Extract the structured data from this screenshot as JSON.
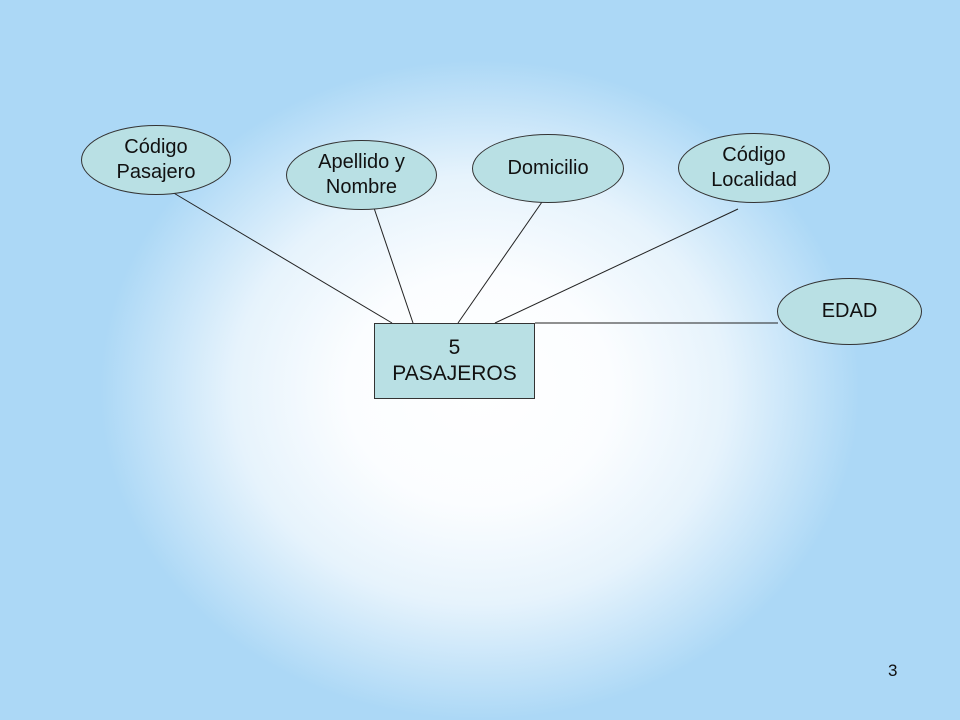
{
  "slide": {
    "page_number": "3"
  },
  "diagram": {
    "entity": "5\nPASAJEROS",
    "attributes": {
      "codigo_pasajero": "Código\nPasajero",
      "apellido_nombre": "Apellido y\nNombre",
      "domicilio": "Domicilio",
      "codigo_localidad": "Código\nLocalidad",
      "edad": "EDAD"
    }
  },
  "colors": {
    "background": "#acd8f6",
    "shape_fill": "#b9e0e4",
    "outline": "#333333"
  }
}
